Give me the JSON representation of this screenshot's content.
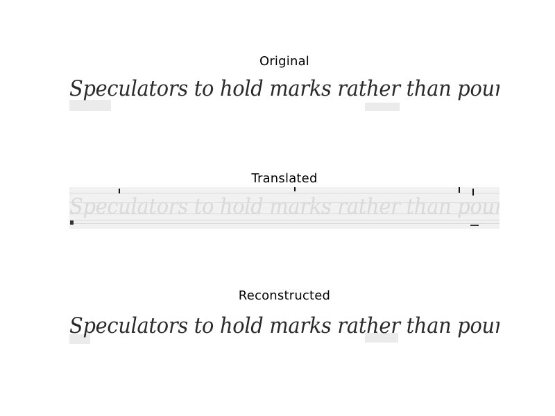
{
  "panels": [
    {
      "title": "Original",
      "text": "Speculators to hold marks rather than pounds or dollars,"
    },
    {
      "title": "Translated",
      "text": "Speculators to hold marks rather than pounds or dollars,"
    },
    {
      "title": "Reconstructed",
      "text": "Speculators to hold marks rather than pounds or dollars,"
    }
  ],
  "colors": {
    "ink": "#2a2a2a",
    "faint_ink": "#d9d9d9",
    "translated_background": "#f1f1f1"
  }
}
